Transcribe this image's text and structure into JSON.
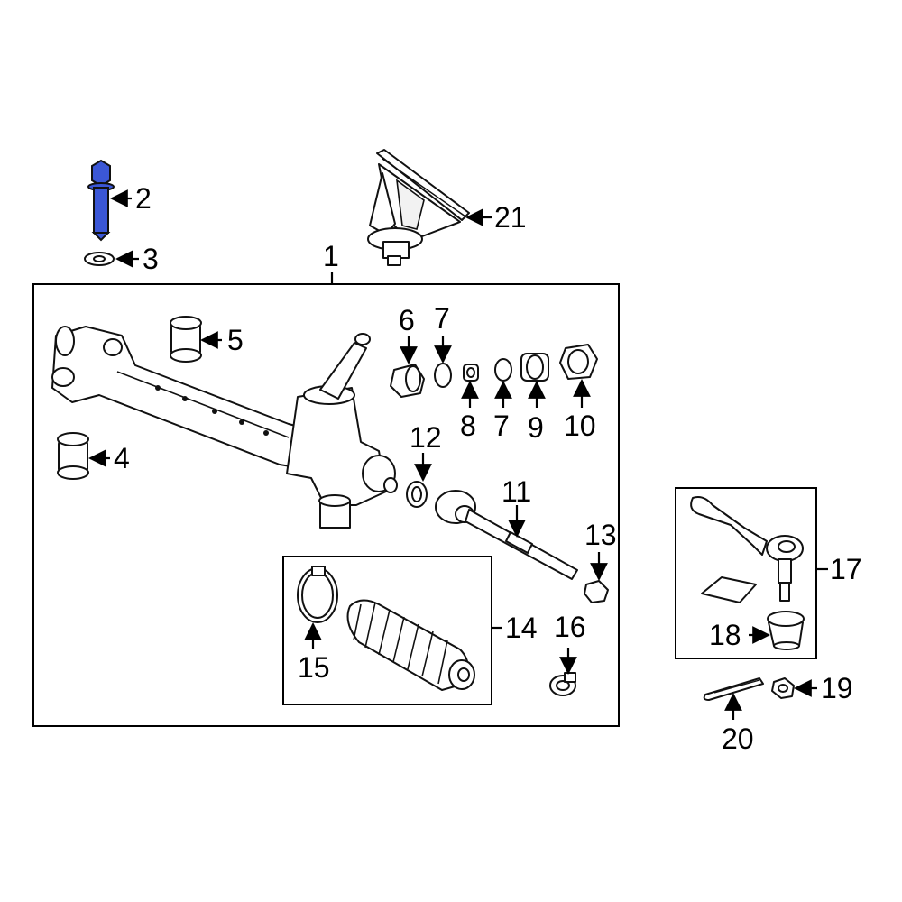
{
  "callouts": {
    "c1": "1",
    "c2": "2",
    "c3": "3",
    "c4": "4",
    "c5": "5",
    "c6": "6",
    "c7a": "7",
    "c7b": "7",
    "c8": "8",
    "c9": "9",
    "c10": "10",
    "c11": "11",
    "c12": "12",
    "c13": "13",
    "c14": "14",
    "c15": "15",
    "c16": "16",
    "c17": "17",
    "c18": "18",
    "c19": "19",
    "c20": "20",
    "c21": "21"
  },
  "highlight": {
    "part": "2",
    "color": "#3b57d6"
  },
  "colors": {
    "line": "#111111",
    "background": "#ffffff"
  }
}
